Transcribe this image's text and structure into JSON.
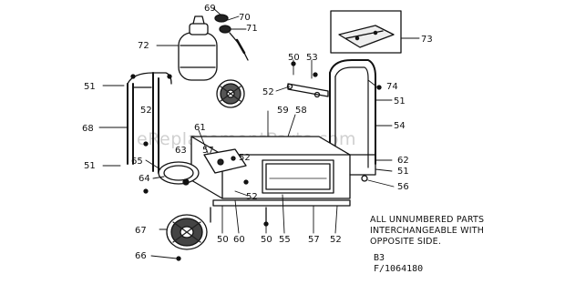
{
  "watermark": "eReplacementParts.com",
  "note_lines": [
    "ALL UNNUMBERED PARTS",
    "INTERCHANGEABLE WITH",
    "OPPOSITE SIDE."
  ],
  "drawing_code": [
    "B3",
    "F/1064180"
  ],
  "callouts": [
    "69",
    "70",
    "71",
    "72",
    "73",
    "50",
    "53",
    "74",
    "51",
    "52",
    "52",
    "54",
    "51",
    "59",
    "58",
    "61",
    "63",
    "57",
    "52",
    "62",
    "68",
    "51",
    "65",
    "64",
    "52",
    "51",
    "56",
    "67",
    "50",
    "60",
    "50",
    "55",
    "57",
    "52",
    "66"
  ]
}
